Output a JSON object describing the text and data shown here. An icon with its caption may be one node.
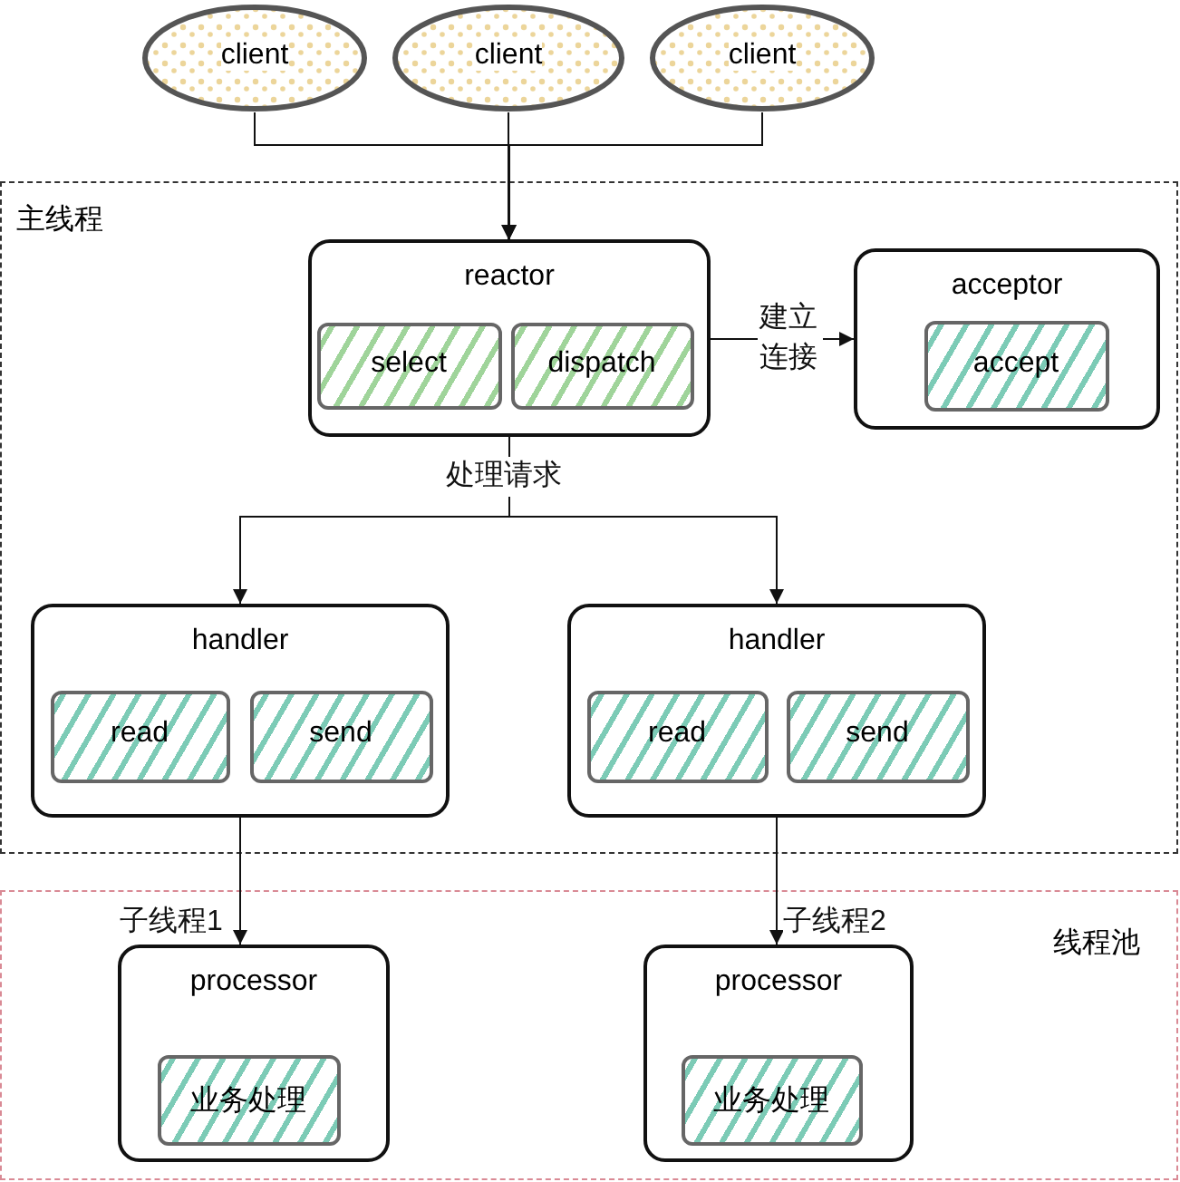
{
  "diagram": {
    "nodes": [
      {
        "text": [
          "client"
        ]
      },
      {
        "text": [
          "client"
        ]
      },
      {
        "text": [
          "client"
        ]
      },
      {
        "text": [
          "主线程"
        ]
      },
      {
        "text": [
          "reactor"
        ],
        "in": 3
      },
      {
        "text": [
          "select"
        ],
        "in": 4
      },
      {
        "text": [
          "dispatch"
        ],
        "in": 4
      },
      {
        "text": [
          "acceptor"
        ],
        "in": 3
      },
      {
        "text": [
          "accept"
        ],
        "in": 7
      },
      {
        "text": [
          "handler"
        ],
        "in": 3
      },
      {
        "text": [
          "read"
        ],
        "in": 9
      },
      {
        "text": [
          "send"
        ],
        "in": 9
      },
      {
        "text": [
          "handler"
        ],
        "in": 3
      },
      {
        "text": [
          "read"
        ],
        "in": 12
      },
      {
        "text": [
          "send"
        ],
        "in": 12
      },
      {
        "text": [
          "线程池"
        ]
      },
      {
        "text": [
          "processor"
        ],
        "in": 15
      },
      {
        "text": [
          "业务处理"
        ],
        "in": 16
      },
      {
        "text": [
          "processor"
        ],
        "in": 15
      },
      {
        "text": [
          "业务处理"
        ],
        "in": 18
      }
    ],
    "edges": [
      {
        "from": 0,
        "to": 4,
        "arrow": "to"
      },
      {
        "from": 1,
        "to": 4,
        "arrow": "to"
      },
      {
        "from": 2,
        "to": 4,
        "arrow": "to"
      },
      {
        "from": 4,
        "to": 7,
        "arrow": "to",
        "label": "建立连接"
      },
      {
        "from": 4,
        "to": 9,
        "arrow": "to",
        "label": "处理请求"
      },
      {
        "from": 4,
        "to": 12,
        "arrow": "to"
      },
      {
        "from": 9,
        "to": 16,
        "arrow": "to",
        "label": "子线程1"
      },
      {
        "from": 12,
        "to": 18,
        "arrow": "to",
        "label": "子线程2"
      }
    ]
  }
}
